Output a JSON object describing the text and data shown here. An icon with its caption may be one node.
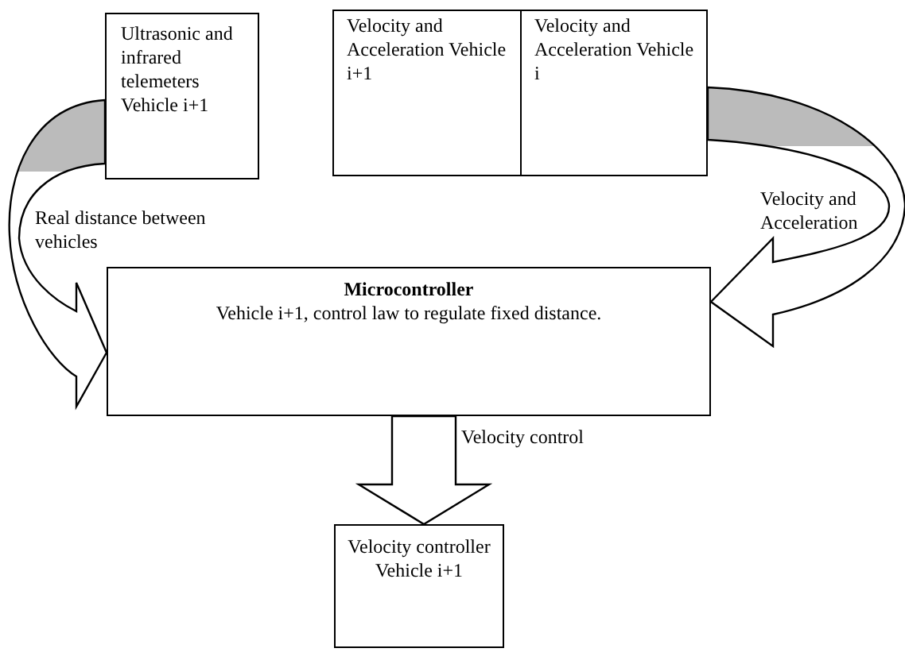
{
  "diagram": {
    "nodes": [
      {
        "text": [
          "Ultrasonic and infrared telemeters Vehicle i+1"
        ]
      },
      {
        "text": [
          "Velocity and Acceleration Vehicle i+1"
        ]
      },
      {
        "text": [
          "Velocity and Acceleration Vehicle i"
        ]
      },
      {
        "text": [
          "Microcontroller",
          "Vehicle i+1, control law to regulate fixed distance."
        ]
      },
      {
        "text": [
          "Velocity controller Vehicle i+1"
        ]
      }
    ],
    "edges": [
      {
        "from": 0,
        "to": 3,
        "arrow": "to",
        "label": "Real distance between vehicles"
      },
      {
        "from": 2,
        "to": 3,
        "arrow": "to",
        "label": "Velocity and Acceleration"
      },
      {
        "from": 3,
        "to": 4,
        "arrow": "to",
        "label": "Velocity control"
      }
    ]
  }
}
